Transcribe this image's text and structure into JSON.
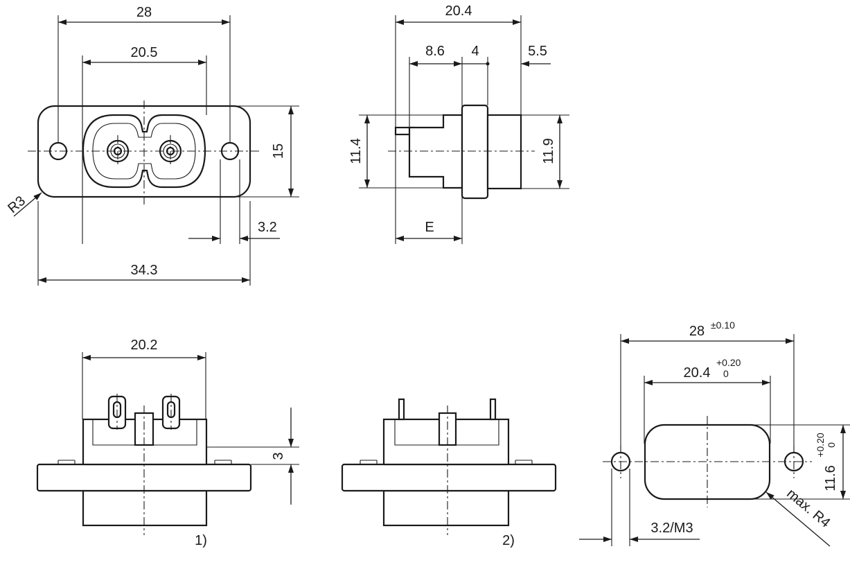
{
  "front_view": {
    "dims": {
      "total_width": "28",
      "inner_width": "20.5",
      "height": "15",
      "corner_radius": "R3",
      "hole": "3.2",
      "flange_width": "34.3"
    }
  },
  "side_view": {
    "dims": {
      "total_depth": "20.4",
      "rear": "8.6",
      "flange": "4",
      "front": "5.5",
      "rear_height": "11.4",
      "front_height": "11.9",
      "pin_length": "E"
    }
  },
  "bottom_view_1": {
    "dims": {
      "pin_spacing": "20.2",
      "pin_height": "3"
    },
    "caption": "1)"
  },
  "bottom_view_2": {
    "caption": "2)"
  },
  "panel_cutout": {
    "dims": {
      "hole_spacing": "28",
      "hole_spacing_tol": "±0.10",
      "cutout_width": "20.4",
      "cutout_width_tol_upper": "+0.20",
      "cutout_width_tol_lower": "0",
      "cutout_height": "11.6",
      "cutout_height_tol_upper": "+0.20",
      "cutout_height_tol_lower": "0",
      "hole": "3.2/M3",
      "corner_radius": "max. R4"
    }
  }
}
